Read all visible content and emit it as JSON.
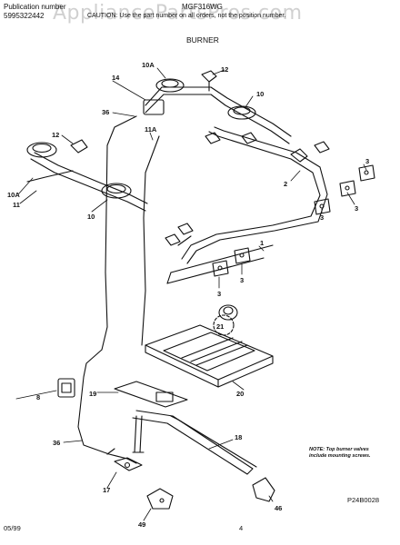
{
  "header": {
    "publication_label": "Publication number",
    "publication_number": "5995322442",
    "model": "MGF316WG",
    "caution": "CAUTION: Use the part number on all orders, not the position number.",
    "section_title": "BURNER"
  },
  "watermark": "AppliancePartsPros.com",
  "callouts": [
    {
      "key": "c10a_top",
      "text": "10A"
    },
    {
      "key": "c12_top",
      "text": "12"
    },
    {
      "key": "c14",
      "text": "14"
    },
    {
      "key": "c10_top",
      "text": "10"
    },
    {
      "key": "c36_top",
      "text": "36"
    },
    {
      "key": "c11a",
      "text": "11A"
    },
    {
      "key": "c12_left",
      "text": "12"
    },
    {
      "key": "c3_a",
      "text": "3"
    },
    {
      "key": "c2",
      "text": "2"
    },
    {
      "key": "c3_b",
      "text": "3"
    },
    {
      "key": "c3_c",
      "text": "3"
    },
    {
      "key": "c10a_left",
      "text": "10A"
    },
    {
      "key": "c11",
      "text": "11"
    },
    {
      "key": "c10_left",
      "text": "10"
    },
    {
      "key": "c1",
      "text": "1"
    },
    {
      "key": "c3_d",
      "text": "3"
    },
    {
      "key": "c3_e",
      "text": "3"
    },
    {
      "key": "c21",
      "text": "21"
    },
    {
      "key": "c8",
      "text": "8"
    },
    {
      "key": "c19",
      "text": "19"
    },
    {
      "key": "c20",
      "text": "20"
    },
    {
      "key": "c36_bottom",
      "text": "36"
    },
    {
      "key": "c18",
      "text": "18"
    },
    {
      "key": "c17",
      "text": "17"
    },
    {
      "key": "c49",
      "text": "49"
    },
    {
      "key": "c46",
      "text": "46"
    }
  ],
  "note_line1": "NOTE: Top burner valves",
  "note_line2": "include mounting screws.",
  "diagram_code": "P24B0028",
  "footer": {
    "date": "05/99",
    "page": "4"
  }
}
